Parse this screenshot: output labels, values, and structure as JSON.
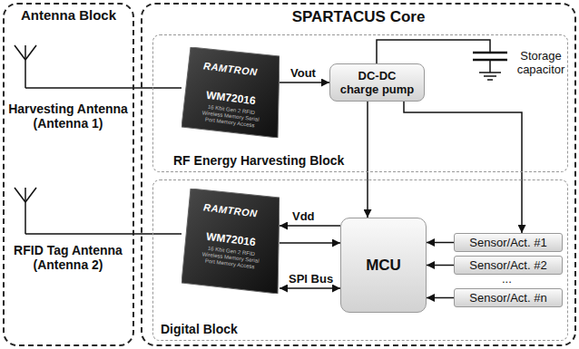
{
  "diagram": {
    "nodes": [
      {
        "text": [
          "Antenna Block"
        ]
      },
      {
        "text": [
          "Harvesting Antenna (Antenna 1)"
        ],
        "in": 0
      },
      {
        "text": [
          "RFID Tag Antenna (Antenna 2)"
        ],
        "in": 0
      },
      {
        "text": [
          "SPARTACUS Core"
        ]
      },
      {
        "text": [
          "RF Energy Harvesting Block"
        ],
        "in": 3
      },
      {
        "text": [
          "RAMTRON",
          "WM72016",
          "16 Kbit Gen 2 RFID Wireless Memory Serial Port Memory Access"
        ],
        "in": 4
      },
      {
        "text": [
          "DC-DC charge pump"
        ],
        "in": 4
      },
      {
        "text": [
          "Storage capacitor"
        ],
        "in": 4
      },
      {
        "text": [
          "Digital Block"
        ],
        "in": 3
      },
      {
        "text": [
          "RAMTRON",
          "WM72016",
          "16 Kbit Gen 2 RFID Wireless Memory Serial Port Memory Access"
        ],
        "in": 8
      },
      {
        "text": [
          "MCU"
        ],
        "in": 8
      },
      {
        "text": [
          "Sensor/Act. #1"
        ],
        "in": 8
      },
      {
        "text": [
          "Sensor/Act. #2"
        ],
        "in": 8
      },
      {
        "text": [
          "Sensor/Act. #n"
        ],
        "in": 8
      }
    ],
    "edges": [
      {
        "from": 1,
        "to": 5,
        "arrow": "none"
      },
      {
        "from": 5,
        "to": 6,
        "label": "Vout",
        "arrow": "to"
      },
      {
        "from": 6,
        "to": 7,
        "arrow": "none"
      },
      {
        "from": 6,
        "to": 10,
        "arrow": "to"
      },
      {
        "from": 6,
        "to": 11,
        "arrow": "to"
      },
      {
        "from": 10,
        "to": 9,
        "label": "Vdd",
        "arrow": "to"
      },
      {
        "from": 9,
        "to": 10,
        "arrow": "to"
      },
      {
        "from": 10,
        "to": 9,
        "label": "SPI Bus",
        "arrow": "both"
      },
      {
        "from": 2,
        "to": 9,
        "arrow": "none"
      },
      {
        "from": 11,
        "to": 10,
        "arrow": "to"
      },
      {
        "from": 12,
        "to": 10,
        "arrow": "to"
      },
      {
        "from": 13,
        "to": 10,
        "arrow": "to"
      }
    ],
    "labels": [
      "..."
    ]
  }
}
